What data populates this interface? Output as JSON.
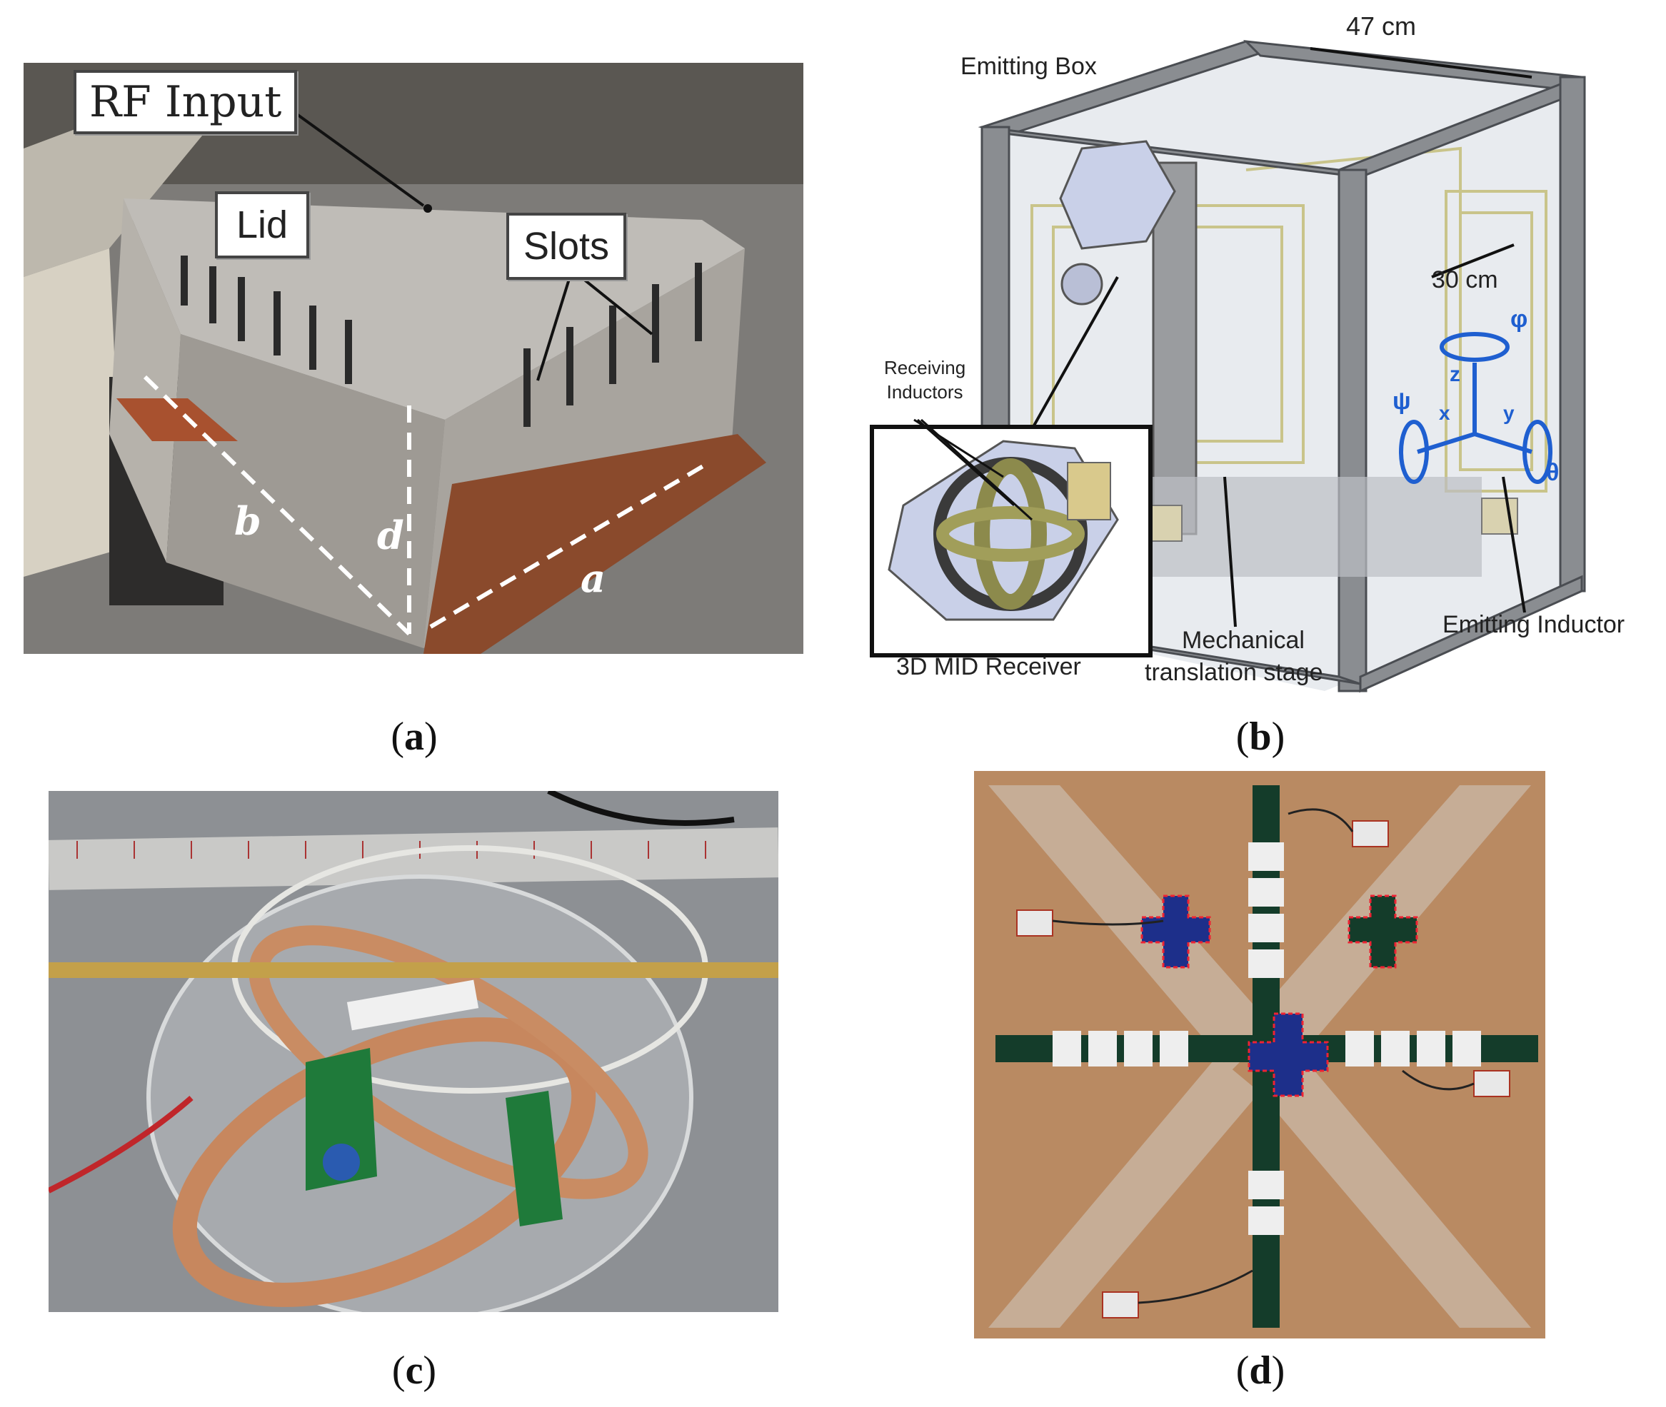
{
  "panels": {
    "a": {
      "caption": "a",
      "labels": {
        "rf_input": "RF Input",
        "lid": "Lid",
        "slots": "Slots",
        "dim_a": "a",
        "dim_b": "b",
        "dim_d": "d"
      }
    },
    "b": {
      "caption": "b",
      "labels": {
        "width": "47 cm",
        "emitting_box": "Emitting Box",
        "inner_size": "30 cm",
        "receiving_inductors": "Receiving\nInductors",
        "receiver": "3D MID Receiver",
        "stage_line1": "Mechanical",
        "stage_line2": "translation stage",
        "emitting_inductor": "Emitting Inductor"
      },
      "axes": {
        "z": "z",
        "x": "x",
        "y": "y",
        "psi": "ψ",
        "phi": "φ",
        "theta": "θ"
      }
    },
    "c": {
      "caption": "c"
    },
    "d": {
      "caption": "d"
    }
  },
  "colors": {
    "axis_blue": "#1f5fd0",
    "frame_gray": "#8a8d91",
    "coil_copper": "#c8845a",
    "board_tan": "#b98a62",
    "pcb_green": "#1f7a3a",
    "receiver_blue": "#1d2f8a"
  }
}
